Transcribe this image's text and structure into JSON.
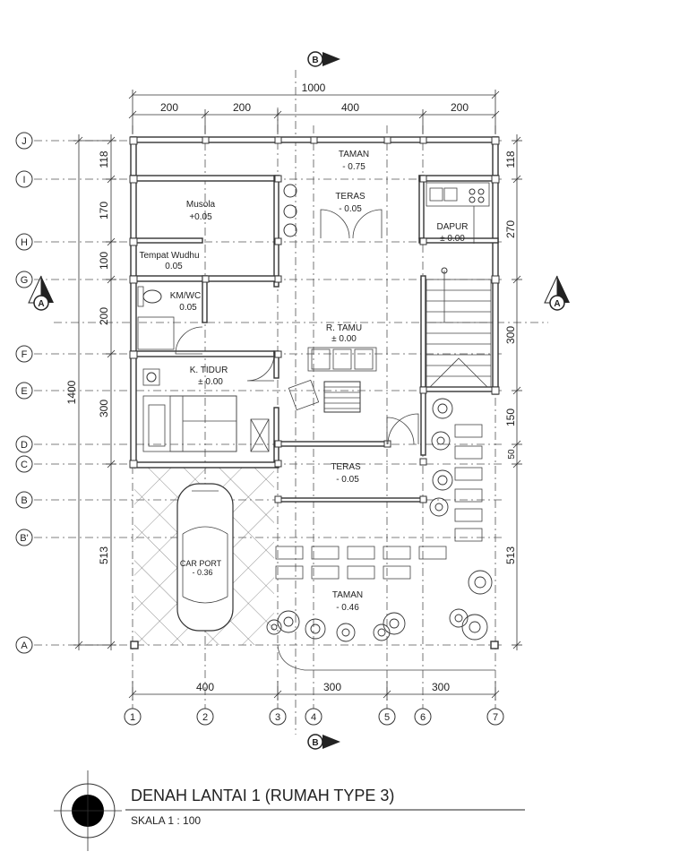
{
  "title": "DENAH LANTAI 1 (RUMAH TYPE 3)",
  "scale": "SKALA 1 : 100",
  "dimensions": {
    "top_total": "1000",
    "top_segments": [
      "200",
      "200",
      "400",
      "200"
    ],
    "bottom_segments": [
      "400",
      "300",
      "300"
    ],
    "left_total": "1400",
    "left_segments": [
      "118",
      "170",
      "100",
      "200",
      "300",
      "513"
    ],
    "right_segments": [
      "118",
      "270",
      "300",
      "150",
      "50",
      "513"
    ]
  },
  "grid_rows": [
    "J",
    "I",
    "H",
    "G",
    "F",
    "E",
    "D",
    "C",
    "B",
    "B'",
    "A"
  ],
  "grid_cols": [
    "1",
    "2",
    "3",
    "4",
    "5",
    "6",
    "7"
  ],
  "section_markers": {
    "horizontal": "A",
    "vertical": "B"
  },
  "rooms": {
    "taman_top": {
      "name": "TAMAN",
      "level": "- 0.75"
    },
    "teras_top": {
      "name": "TERAS",
      "level": "- 0.05"
    },
    "musola": {
      "name": "Musola",
      "level": "+0.05"
    },
    "dapur": {
      "name": "DAPUR",
      "level": "± 0.00"
    },
    "tempat_wudhu": {
      "name": "Tempat Wudhu",
      "level": "0.05"
    },
    "kmwc": {
      "name": "KM/WC",
      "level": "0.05"
    },
    "r_tamu": {
      "name": "R. TAMU",
      "level": "± 0.00"
    },
    "k_tidur": {
      "name": "K. TIDUR",
      "level": "± 0.00"
    },
    "teras_mid": {
      "name": "TERAS",
      "level": "- 0.05"
    },
    "car_port": {
      "name": "CAR PORT",
      "level": "- 0.36"
    },
    "taman_bottom": {
      "name": "TAMAN",
      "level": "- 0.46"
    }
  }
}
